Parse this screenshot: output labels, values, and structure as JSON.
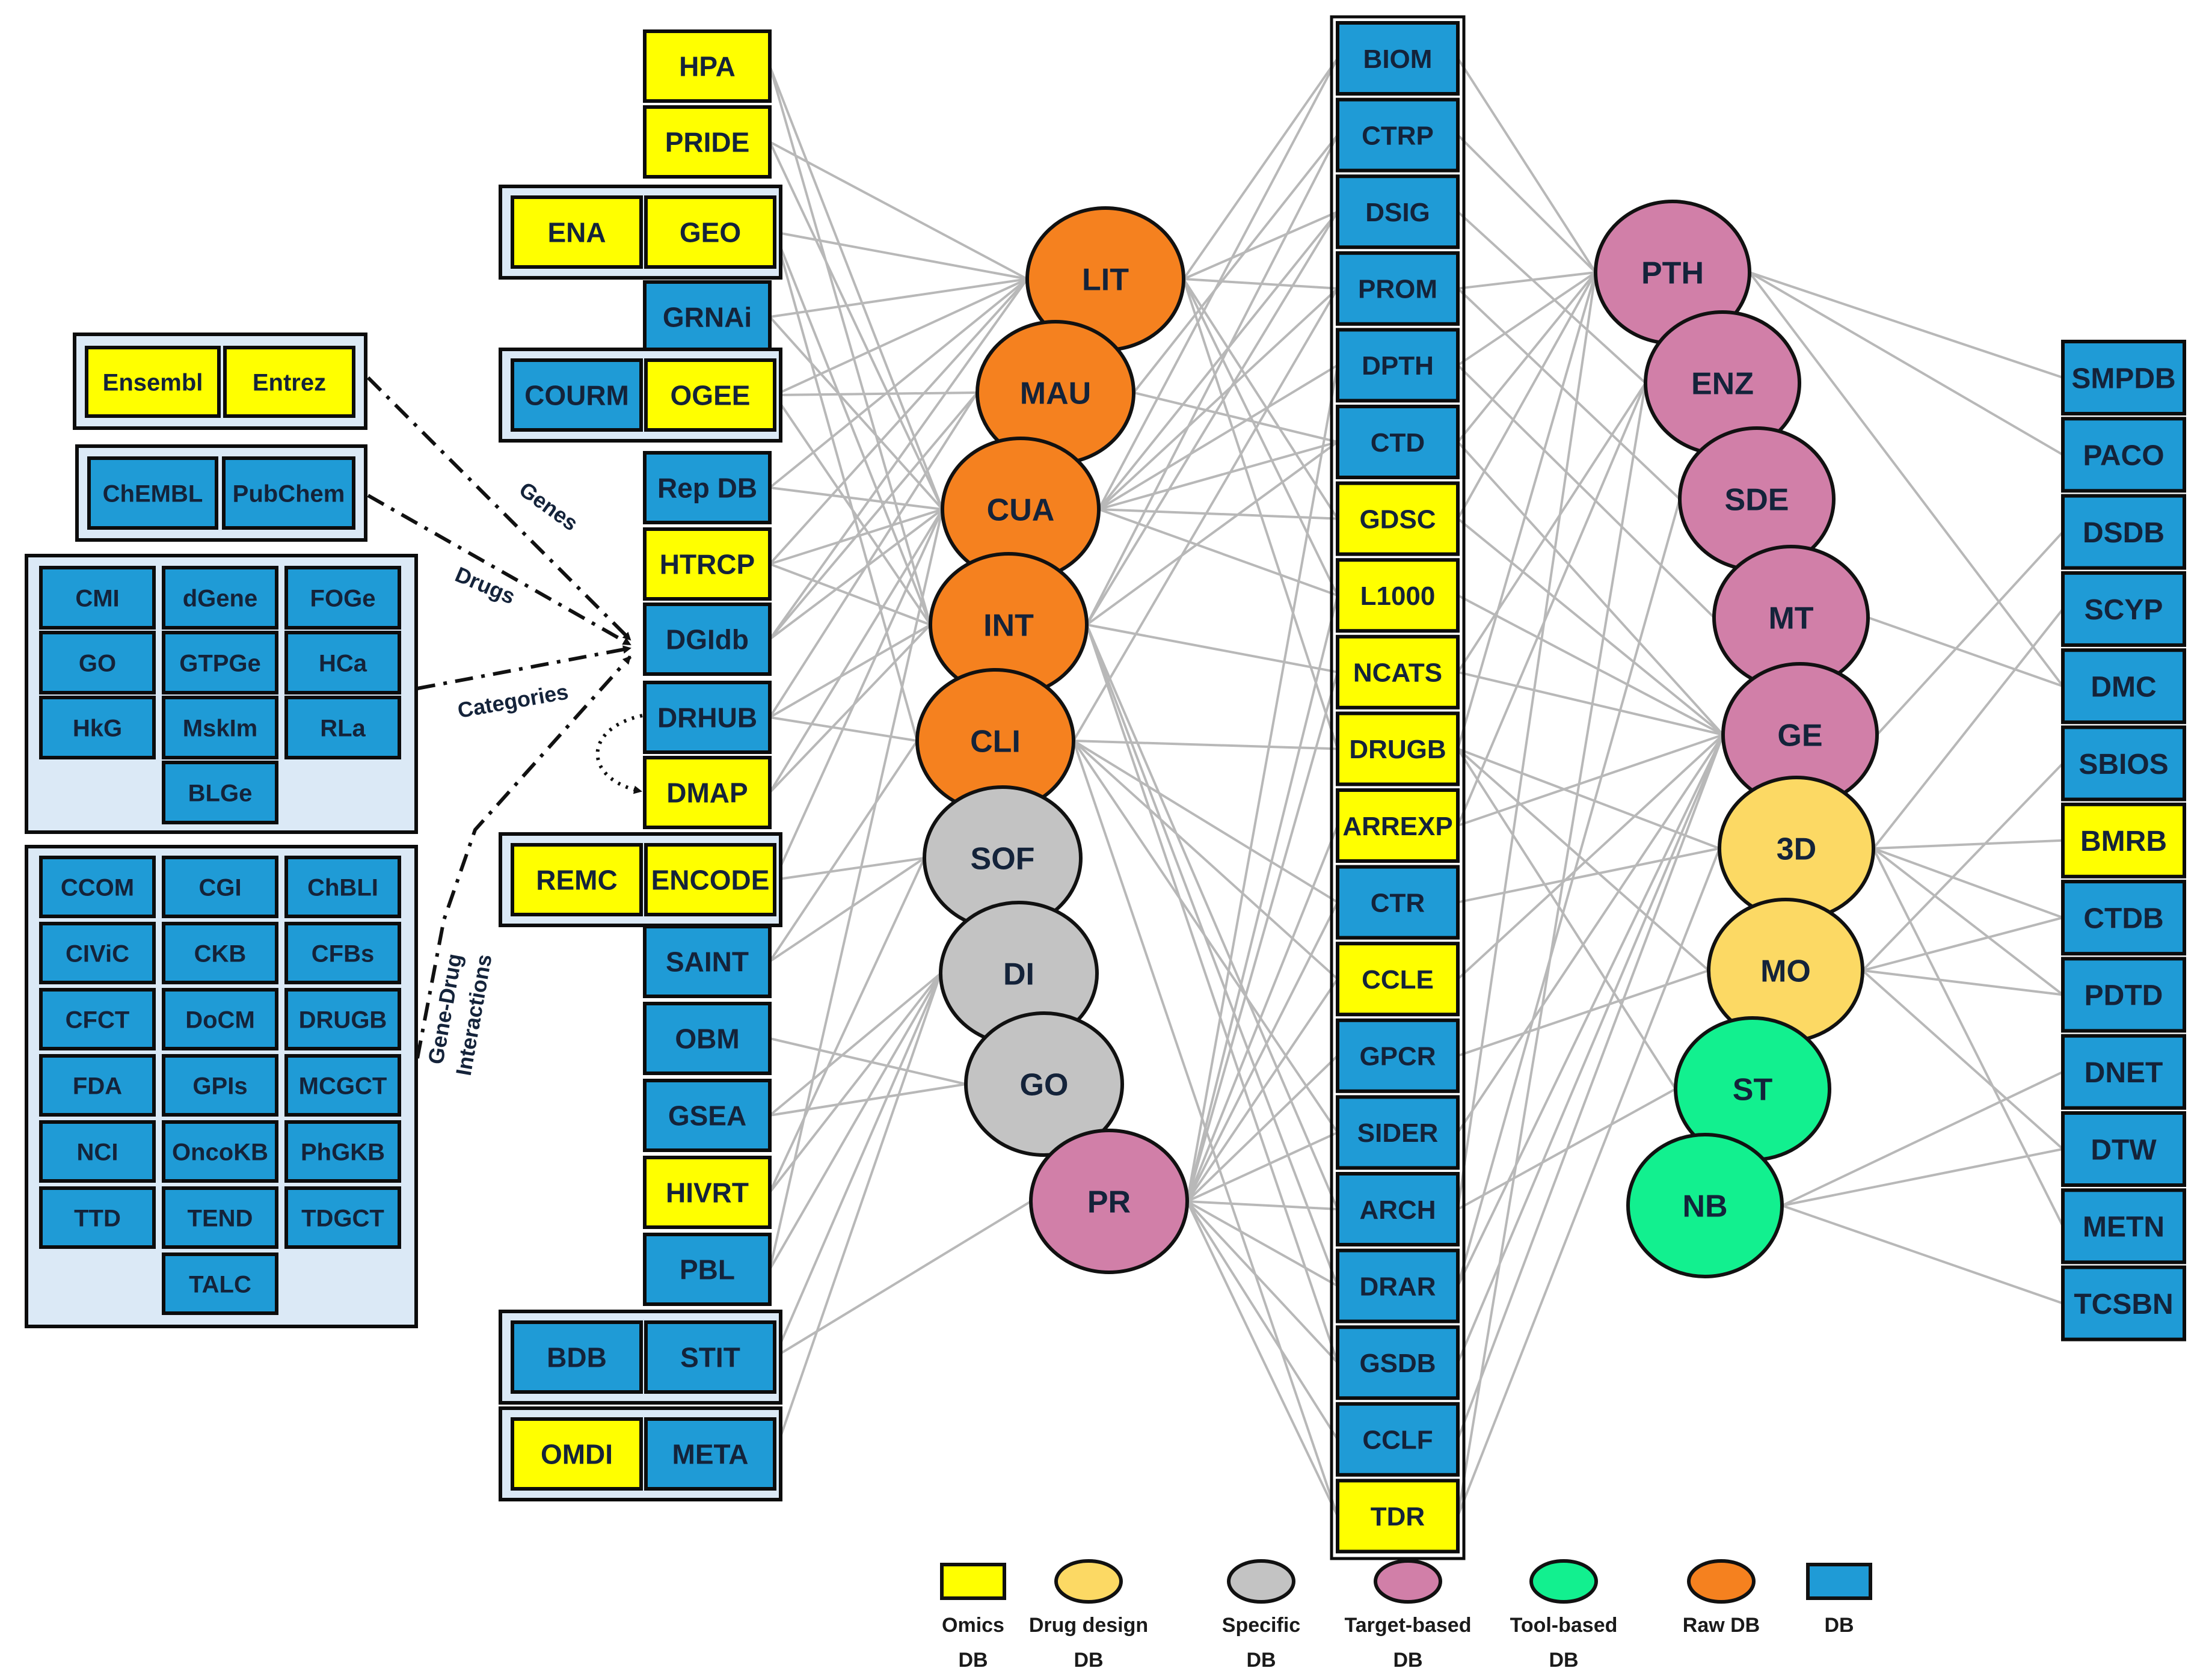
{
  "colors": {
    "db": "#1f9bd6",
    "omics": "#ffff00",
    "raw": "#f5811f",
    "specific": "#c3c3c3",
    "target": "#d17fa8",
    "drug_design": "#fcd964",
    "tool": "#12f08f",
    "group_fill": "#dbe9f6",
    "edge": "#b8b8b8"
  },
  "left_groups": {
    "genes_dbs": [
      "Ensembl",
      "Entrez"
    ],
    "drugs_dbs": [
      "ChEMBL",
      "PubChem"
    ],
    "categories_dbs": [
      "CMI",
      "dGene",
      "FOGe",
      "GO",
      "GTPGe",
      "HCa",
      "HkG",
      "MskIm",
      "RLa",
      "BLGe"
    ],
    "interaction_dbs": [
      "CCOM",
      "CGI",
      "ChBLI",
      "CIViC",
      "CKB",
      "CFBs",
      "CFCT",
      "DoCM",
      "DRUGB",
      "FDA",
      "GPIs",
      "MCGCT",
      "NCI",
      "OncoKB",
      "PhGKB",
      "TTD",
      "TEND",
      "TDGCT",
      "TALC"
    ]
  },
  "arrow_labels": {
    "genes": "Genes",
    "drugs": "Drugs",
    "categories": "Categories",
    "interactions_line1": "Gene-Drug",
    "interactions_line2": "Interactions"
  },
  "column1": [
    {
      "label": "HPA",
      "kind": "omics"
    },
    {
      "label": "PRIDE",
      "kind": "omics"
    },
    {
      "label": "ENA",
      "kind": "omics",
      "pair": "GEO",
      "pair_kind": "omics"
    },
    {
      "label": "GRNAi",
      "kind": "db"
    },
    {
      "label": "COURM",
      "kind": "db",
      "pair": "OGEE",
      "pair_kind": "omics"
    },
    {
      "label": "Rep DB",
      "kind": "db"
    },
    {
      "label": "HTRCP",
      "kind": "omics"
    },
    {
      "label": "DGIdb",
      "kind": "db"
    },
    {
      "label": "DRHUB",
      "kind": "db"
    },
    {
      "label": "DMAP",
      "kind": "omics"
    },
    {
      "label": "REMC",
      "kind": "omics",
      "pair": "ENCODE",
      "pair_kind": "omics"
    },
    {
      "label": "SAINT",
      "kind": "db"
    },
    {
      "label": "OBM",
      "kind": "db"
    },
    {
      "label": "GSEA",
      "kind": "db"
    },
    {
      "label": "HIVRT",
      "kind": "omics"
    },
    {
      "label": "PBL",
      "kind": "db"
    },
    {
      "label": "BDB",
      "kind": "db",
      "pair": "STIT",
      "pair_kind": "db"
    },
    {
      "label": "OMDI",
      "kind": "omics",
      "pair": "META",
      "pair_kind": "db"
    }
  ],
  "ellipses_left": [
    {
      "label": "LIT",
      "kind": "raw"
    },
    {
      "label": "MAU",
      "kind": "raw"
    },
    {
      "label": "CUA",
      "kind": "raw"
    },
    {
      "label": "INT",
      "kind": "raw"
    },
    {
      "label": "CLI",
      "kind": "raw"
    },
    {
      "label": "SOF",
      "kind": "specific"
    },
    {
      "label": "DI",
      "kind": "specific"
    },
    {
      "label": "GO",
      "kind": "specific"
    },
    {
      "label": "PR",
      "kind": "target"
    }
  ],
  "column2": [
    {
      "label": "BIOM",
      "kind": "db"
    },
    {
      "label": "CTRP",
      "kind": "db"
    },
    {
      "label": "DSIG",
      "kind": "db"
    },
    {
      "label": "PROM",
      "kind": "db"
    },
    {
      "label": "DPTH",
      "kind": "db"
    },
    {
      "label": "CTD",
      "kind": "db"
    },
    {
      "label": "GDSC",
      "kind": "omics"
    },
    {
      "label": "L1000",
      "kind": "omics"
    },
    {
      "label": "NCATS",
      "kind": "omics"
    },
    {
      "label": "DRUGB",
      "kind": "omics"
    },
    {
      "label": "ARREXP",
      "kind": "omics"
    },
    {
      "label": "CTR",
      "kind": "db"
    },
    {
      "label": "CCLE",
      "kind": "omics"
    },
    {
      "label": "GPCR",
      "kind": "db"
    },
    {
      "label": "SIDER",
      "kind": "db"
    },
    {
      "label": "ARCH",
      "kind": "db"
    },
    {
      "label": "DRAR",
      "kind": "db"
    },
    {
      "label": "GSDB",
      "kind": "db"
    },
    {
      "label": "CCLF",
      "kind": "db"
    },
    {
      "label": "TDR",
      "kind": "omics"
    }
  ],
  "ellipses_right": [
    {
      "label": "PTH",
      "kind": "target"
    },
    {
      "label": "ENZ",
      "kind": "target"
    },
    {
      "label": "SDE",
      "kind": "target"
    },
    {
      "label": "MT",
      "kind": "target"
    },
    {
      "label": "GE",
      "kind": "target"
    },
    {
      "label": "3D",
      "kind": "drug_design"
    },
    {
      "label": "MO",
      "kind": "drug_design"
    },
    {
      "label": "ST",
      "kind": "tool"
    },
    {
      "label": "NB",
      "kind": "tool"
    }
  ],
  "column3": [
    {
      "label": "SMPDB",
      "kind": "db"
    },
    {
      "label": "PACO",
      "kind": "db"
    },
    {
      "label": "DSDB",
      "kind": "db"
    },
    {
      "label": "SCYP",
      "kind": "db"
    },
    {
      "label": "DMC",
      "kind": "db"
    },
    {
      "label": "SBIOS",
      "kind": "db"
    },
    {
      "label": "BMRB",
      "kind": "omics"
    },
    {
      "label": "CTDB",
      "kind": "db"
    },
    {
      "label": "PDTD",
      "kind": "db"
    },
    {
      "label": "DNET",
      "kind": "db"
    },
    {
      "label": "DTW",
      "kind": "db"
    },
    {
      "label": "METN",
      "kind": "db"
    },
    {
      "label": "TCSBN",
      "kind": "db"
    }
  ],
  "legend": [
    {
      "kind": "omics",
      "line1": "Omics",
      "line2": "DB"
    },
    {
      "kind": "drug_design",
      "line1": "Drug design",
      "line2": "DB"
    },
    {
      "kind": "specific",
      "line1": "Specific",
      "line2": "DB"
    },
    {
      "kind": "target",
      "line1": "Target-based",
      "line2": "DB"
    },
    {
      "kind": "tool",
      "line1": "Tool-based",
      "line2": "DB"
    },
    {
      "kind": "raw",
      "line1": "Raw DB",
      "line2": ""
    },
    {
      "kind": "db",
      "line1": "DB",
      "line2": ""
    }
  ],
  "edges_col1_to_left_ellipses": [
    [
      "HPA",
      "CUA"
    ],
    [
      "HPA",
      "INT"
    ],
    [
      "PRIDE",
      "LIT"
    ],
    [
      "PRIDE",
      "CUA"
    ],
    [
      "GEO",
      "LIT"
    ],
    [
      "GEO",
      "INT"
    ],
    [
      "GEO",
      "CLI"
    ],
    [
      "GRNAi",
      "LIT"
    ],
    [
      "GRNAi",
      "CUA"
    ],
    [
      "OGEE",
      "LIT"
    ],
    [
      "OGEE",
      "MAU"
    ],
    [
      "OGEE",
      "INT"
    ],
    [
      "Rep DB",
      "LIT"
    ],
    [
      "Rep DB",
      "CUA"
    ],
    [
      "HTRCP",
      "LIT"
    ],
    [
      "HTRCP",
      "CUA"
    ],
    [
      "HTRCP",
      "INT"
    ],
    [
      "DGIdb",
      "LIT"
    ],
    [
      "DGIdb",
      "MAU"
    ],
    [
      "DGIdb",
      "CUA"
    ],
    [
      "DRHUB",
      "MAU"
    ],
    [
      "DRHUB",
      "INT"
    ],
    [
      "DRHUB",
      "CLI"
    ],
    [
      "DMAP",
      "CUA"
    ],
    [
      "DMAP",
      "INT"
    ],
    [
      "ENCODE",
      "CUA"
    ],
    [
      "ENCODE",
      "SOF"
    ],
    [
      "SAINT",
      "SOF"
    ],
    [
      "SAINT",
      "CLI"
    ],
    [
      "OBM",
      "GO"
    ],
    [
      "GSEA",
      "DI"
    ],
    [
      "GSEA",
      "GO"
    ],
    [
      "HIVRT",
      "SOF"
    ],
    [
      "HIVRT",
      "DI"
    ],
    [
      "PBL",
      "DI"
    ],
    [
      "PBL",
      "CUA"
    ],
    [
      "STIT",
      "DI"
    ],
    [
      "STIT",
      "PR"
    ],
    [
      "META",
      "DI"
    ]
  ],
  "edges_left_ellipses_to_col2": [
    [
      "LIT",
      "BIOM"
    ],
    [
      "LIT",
      "DSIG"
    ],
    [
      "LIT",
      "PROM"
    ],
    [
      "LIT",
      "GDSC"
    ],
    [
      "LIT",
      "DRUGB"
    ],
    [
      "LIT",
      "L1000"
    ],
    [
      "MAU",
      "CTRP"
    ],
    [
      "MAU",
      "CTD"
    ],
    [
      "CUA",
      "BIOM"
    ],
    [
      "CUA",
      "DSIG"
    ],
    [
      "CUA",
      "PROM"
    ],
    [
      "CUA",
      "DPTH"
    ],
    [
      "CUA",
      "CTD"
    ],
    [
      "CUA",
      "GDSC"
    ],
    [
      "CUA",
      "L1000"
    ],
    [
      "INT",
      "CTRP"
    ],
    [
      "INT",
      "DSIG"
    ],
    [
      "INT",
      "CTD"
    ],
    [
      "INT",
      "NCATS"
    ],
    [
      "INT",
      "ARCH"
    ],
    [
      "INT",
      "DRAR"
    ],
    [
      "INT",
      "GSDB"
    ],
    [
      "CLI",
      "PROM"
    ],
    [
      "CLI",
      "DRUGB"
    ],
    [
      "CLI",
      "CTR"
    ],
    [
      "CLI",
      "CCLE"
    ],
    [
      "CLI",
      "SIDER"
    ],
    [
      "CLI",
      "TDR"
    ],
    [
      "PR",
      "DPTH"
    ],
    [
      "PR",
      "L1000"
    ],
    [
      "PR",
      "NCATS"
    ],
    [
      "PR",
      "ARREXP"
    ],
    [
      "PR",
      "CTR"
    ],
    [
      "PR",
      "CCLE"
    ],
    [
      "PR",
      "GPCR"
    ],
    [
      "PR",
      "SIDER"
    ],
    [
      "PR",
      "ARCH"
    ],
    [
      "PR",
      "DRAR"
    ],
    [
      "PR",
      "GSDB"
    ],
    [
      "PR",
      "CCLF"
    ],
    [
      "PR",
      "TDR"
    ]
  ],
  "edges_col2_to_right_ellipses": [
    [
      "BIOM",
      "PTH"
    ],
    [
      "CTRP",
      "PTH"
    ],
    [
      "DSIG",
      "ENZ"
    ],
    [
      "PROM",
      "PTH"
    ],
    [
      "PROM",
      "SDE"
    ],
    [
      "DPTH",
      "PTH"
    ],
    [
      "DPTH",
      "MT"
    ],
    [
      "CTD",
      "PTH"
    ],
    [
      "CTD",
      "GE"
    ],
    [
      "GDSC",
      "PTH"
    ],
    [
      "GDSC",
      "GE"
    ],
    [
      "L1000",
      "GE"
    ],
    [
      "NCATS",
      "ENZ"
    ],
    [
      "NCATS",
      "GE"
    ],
    [
      "DRUGB",
      "PTH"
    ],
    [
      "DRUGB",
      "3D"
    ],
    [
      "DRUGB",
      "MO"
    ],
    [
      "DRUGB",
      "ST"
    ],
    [
      "ARREXP",
      "ENZ"
    ],
    [
      "ARREXP",
      "GE"
    ],
    [
      "CTR",
      "3D"
    ],
    [
      "CCLE",
      "GE"
    ],
    [
      "GPCR",
      "MO"
    ],
    [
      "SIDER",
      "GE"
    ],
    [
      "ARCH",
      "PTH"
    ],
    [
      "ARCH",
      "ST"
    ],
    [
      "DRAR",
      "GE"
    ],
    [
      "DRAR",
      "SDE"
    ],
    [
      "GSDB",
      "GE"
    ],
    [
      "CCLF",
      "GE"
    ],
    [
      "TDR",
      "ENZ"
    ],
    [
      "TDR",
      "3D"
    ]
  ],
  "edges_right_ellipses_to_col3": [
    [
      "PTH",
      "SMPDB"
    ],
    [
      "PTH",
      "PACO"
    ],
    [
      "PTH",
      "DMC"
    ],
    [
      "MT",
      "DMC"
    ],
    [
      "GE",
      "DSDB"
    ],
    [
      "3D",
      "BMRB"
    ],
    [
      "3D",
      "CTDB"
    ],
    [
      "3D",
      "PDTD"
    ],
    [
      "3D",
      "METN"
    ],
    [
      "3D",
      "SCYP"
    ],
    [
      "MO",
      "CTDB"
    ],
    [
      "MO",
      "SBIOS"
    ],
    [
      "MO",
      "PDTD"
    ],
    [
      "MO",
      "DTW"
    ],
    [
      "NB",
      "DNET"
    ],
    [
      "NB",
      "DTW"
    ],
    [
      "NB",
      "TCSBN"
    ]
  ]
}
